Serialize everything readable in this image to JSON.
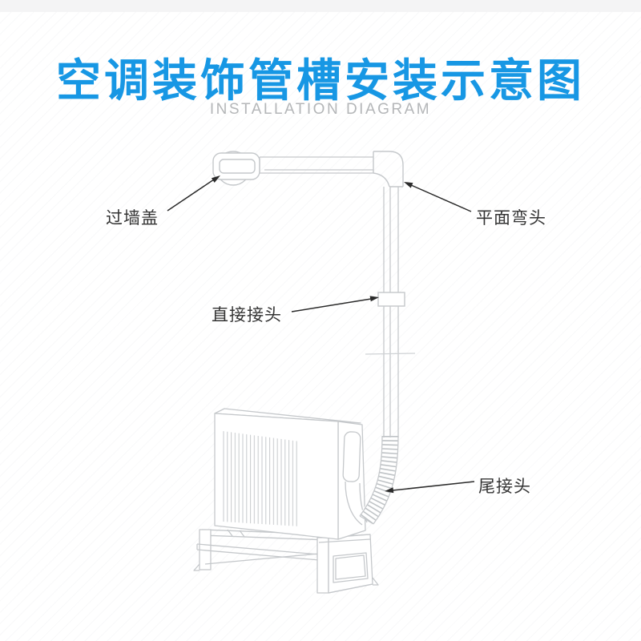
{
  "header": {
    "title": "空调装饰管槽安装示意图",
    "subtitle": "INSTALLATION DIAGRAM"
  },
  "labels": {
    "wall_cover": "过墙盖",
    "flat_elbow": "平面弯头",
    "straight_connector": "直接接头",
    "tail_connector": "尾接头"
  },
  "colors": {
    "title_blue": "#1797e4",
    "subtitle_gray": "#b4b6b8",
    "drawing_line_gray": "#c4c7ca",
    "label_text": "#333333",
    "leader_line": "#2b2b2b",
    "top_strip": "#f4f4f5"
  }
}
